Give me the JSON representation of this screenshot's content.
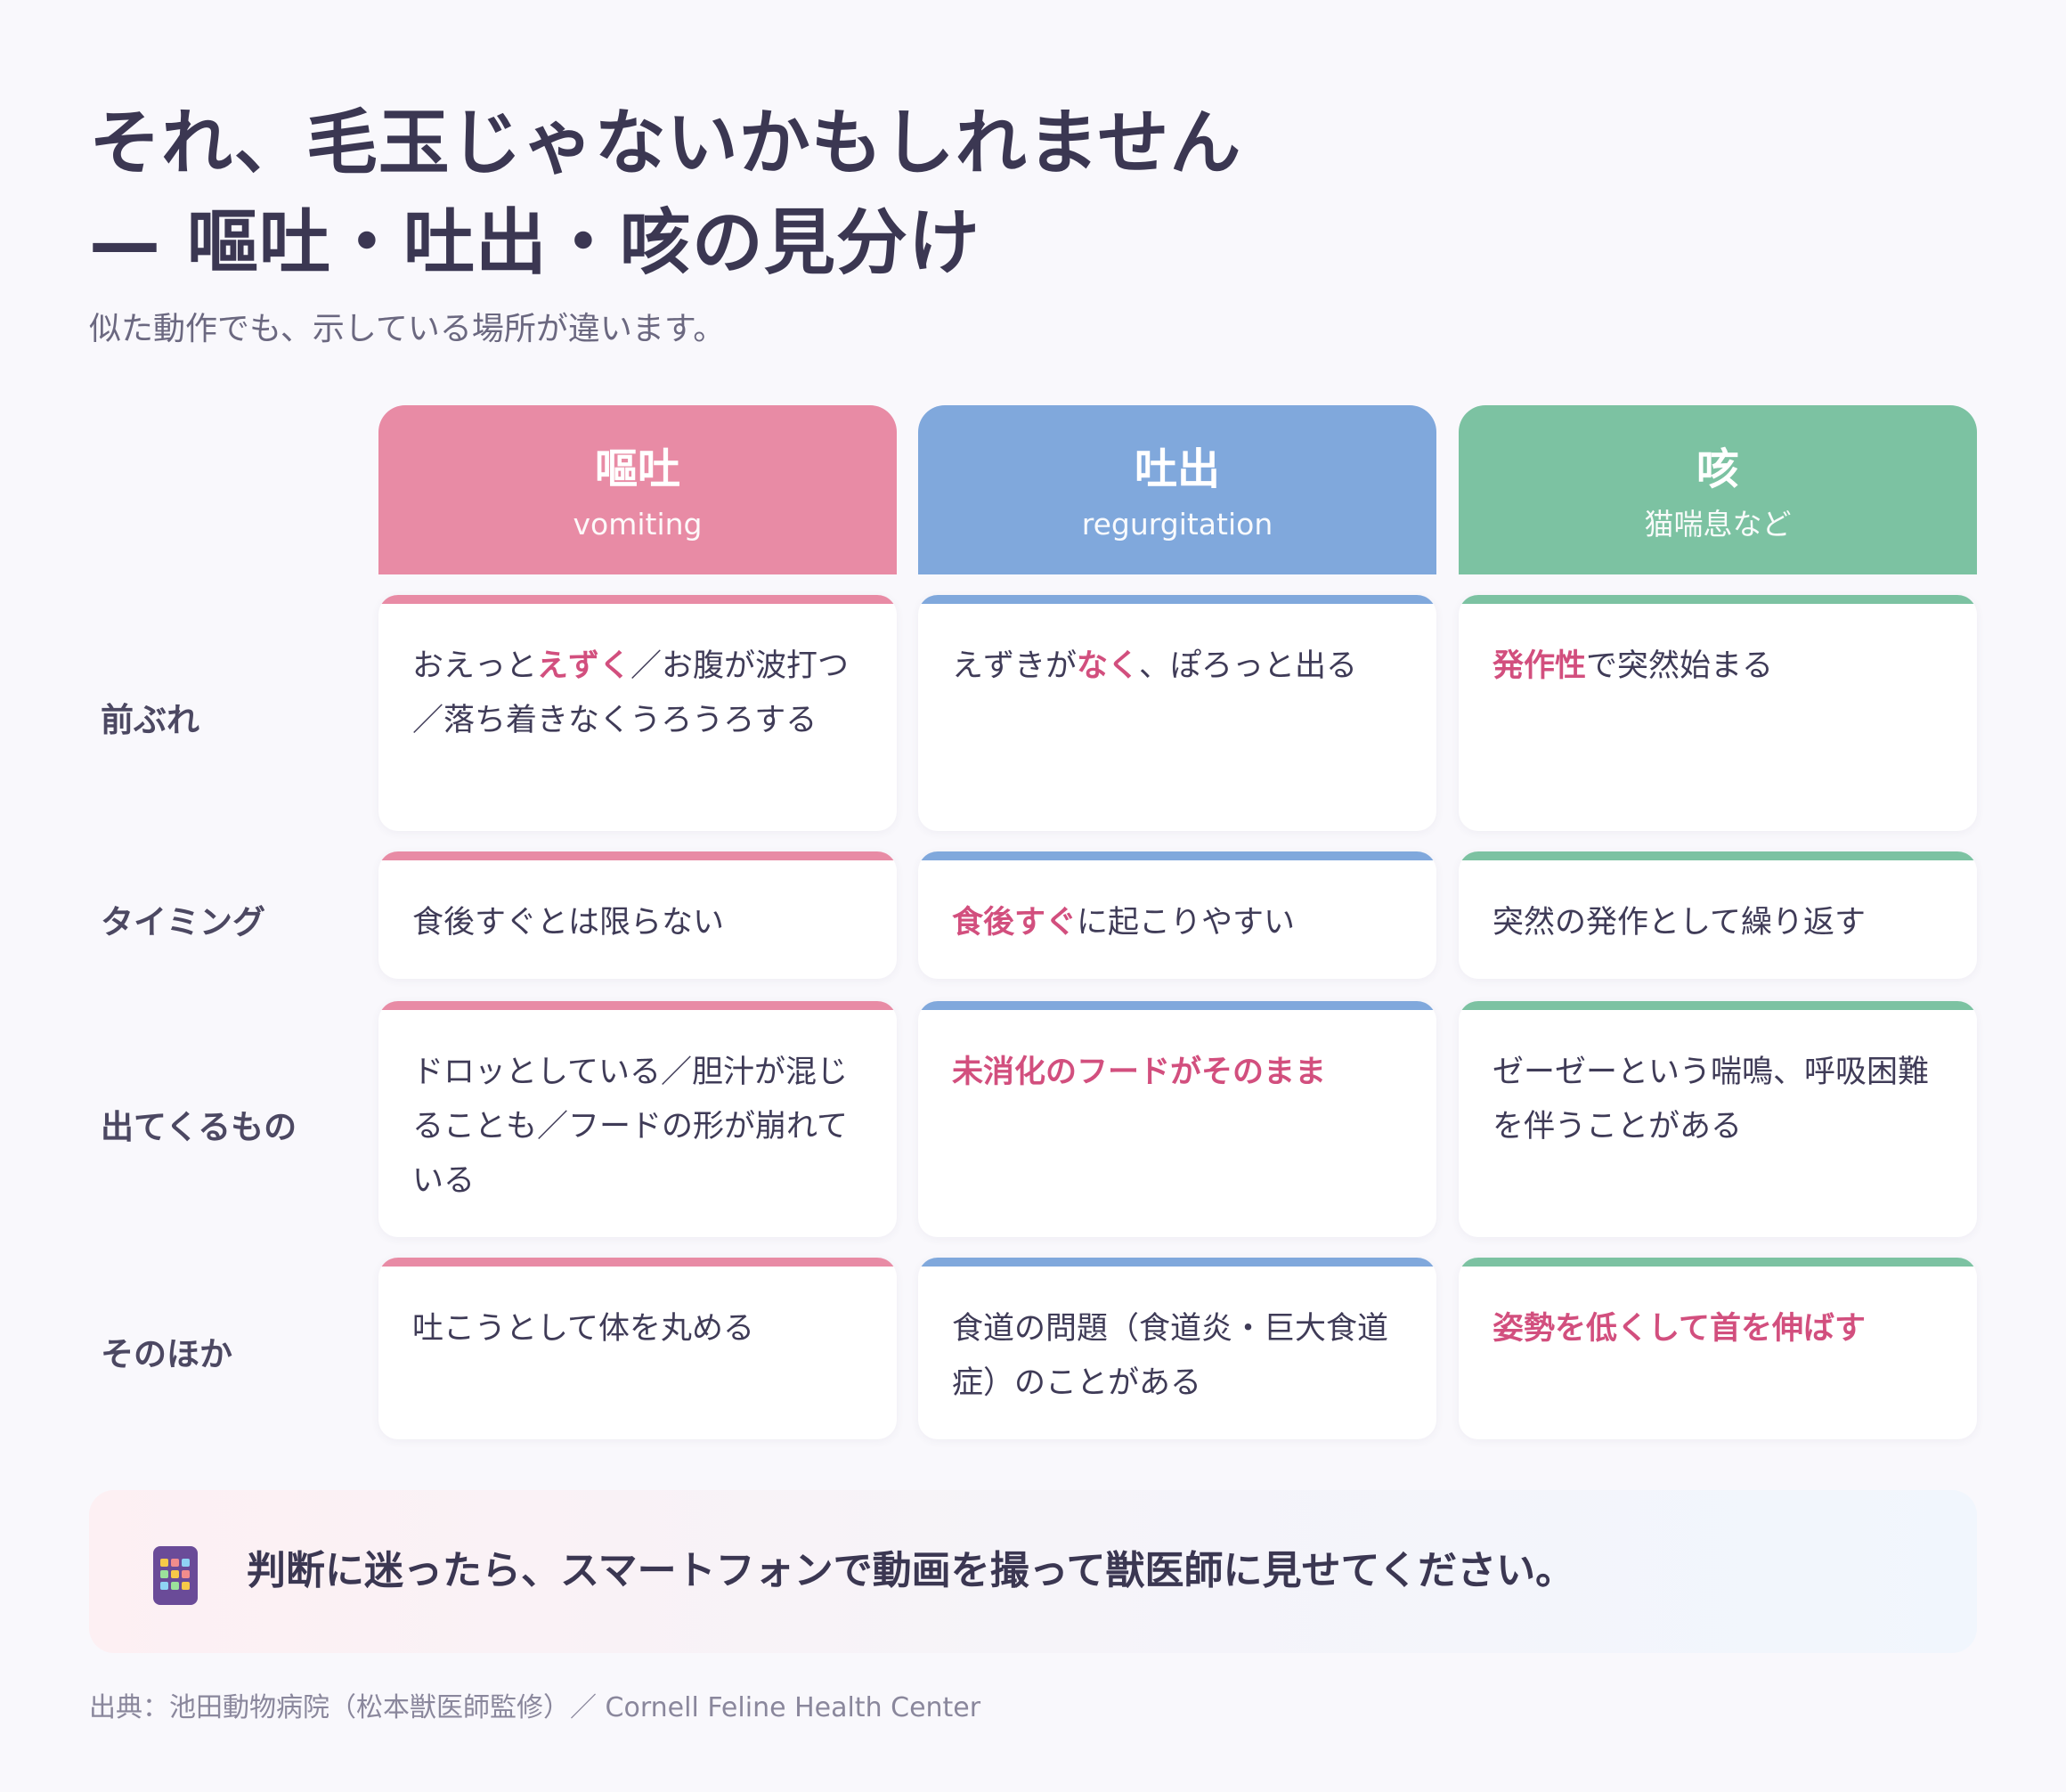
{
  "title": {
    "line1": "それ、毛玉じゃないかもしれません",
    "line2": "— 嘔吐・吐出・咳の見分け"
  },
  "subtitle": "似た動作でも、示している場所が違います。",
  "columns": [
    {
      "label": "嘔吐",
      "sub": "vomiting",
      "color": "#e88ba5"
    },
    {
      "label": "吐出",
      "sub": "regurgitation",
      "color": "#80a8dc"
    },
    {
      "label": "咳",
      "sub": "猫喘息など",
      "color": "#7cc2a2"
    }
  ],
  "rows": [
    {
      "label": "前ぶれ",
      "cells": [
        {
          "pre": "おえっと",
          "hl": "えずく",
          "post": "／お腹が波打つ／落ち着きなくうろうろする"
        },
        {
          "pre": "えずきが",
          "hl": "なく",
          "post": "、ぽろっと出る"
        },
        {
          "pre": "",
          "hl": "発作性",
          "post": "で突然始まる"
        }
      ]
    },
    {
      "label": "タイミング",
      "cells": [
        {
          "pre": "食後すぐとは限らない",
          "hl": "",
          "post": ""
        },
        {
          "pre": "",
          "hl": "食後すぐ",
          "post": "に起こりやすい"
        },
        {
          "pre": "突然の発作として繰り返す",
          "hl": "",
          "post": ""
        }
      ]
    },
    {
      "label": "出てくるもの",
      "cells": [
        {
          "pre": "ドロッとしている／胆汁が混じることも／フードの形が崩れている",
          "hl": "",
          "post": ""
        },
        {
          "pre": "",
          "hl": "未消化のフードがそのまま",
          "post": ""
        },
        {
          "pre": "ゼーゼーという喘鳴、呼吸困難を伴うことがある",
          "hl": "",
          "post": ""
        }
      ]
    },
    {
      "label": "そのほか",
      "cells": [
        {
          "pre": "吐こうとして体を丸める",
          "hl": "",
          "post": ""
        },
        {
          "pre": "食道の問題（食道炎・巨大食道症）のことがある",
          "hl": "",
          "post": ""
        },
        {
          "pre": "",
          "hl": "姿勢を低くして首を伸ばす",
          "post": ""
        }
      ]
    }
  ],
  "tip": {
    "icon": "smartphone-icon",
    "text": "判断に迷ったら、スマートフォンで動画を撮って獣医師に見せてください。"
  },
  "source": "出典：池田動物病院（松本獣医師監修）／ Cornell Feline Health Center",
  "colors": {
    "highlight": "#d24f7e",
    "vomiting": "#e88ba5",
    "regurgitation": "#80a8dc",
    "cough": "#7cc2a2"
  }
}
